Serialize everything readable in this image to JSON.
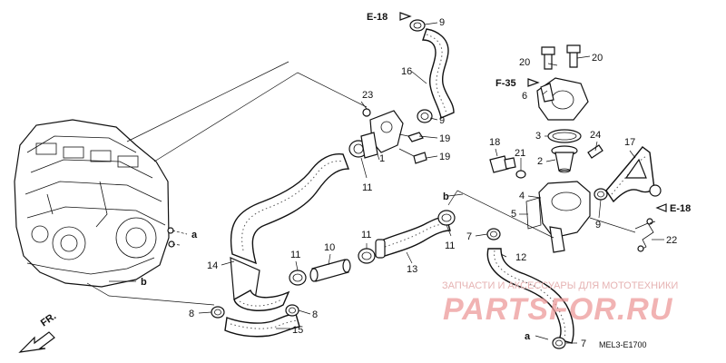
{
  "diagram": {
    "callouts": [
      {
        "id": "c1",
        "text": "1"
      },
      {
        "id": "c2",
        "text": "2"
      },
      {
        "id": "c3",
        "text": "3"
      },
      {
        "id": "c4",
        "text": "4"
      },
      {
        "id": "c5",
        "text": "5"
      },
      {
        "id": "c6",
        "text": "6"
      },
      {
        "id": "c7a",
        "text": "7"
      },
      {
        "id": "c7b",
        "text": "7"
      },
      {
        "id": "c8a",
        "text": "8"
      },
      {
        "id": "c8b",
        "text": "8"
      },
      {
        "id": "c9a",
        "text": "9"
      },
      {
        "id": "c9b",
        "text": "9"
      },
      {
        "id": "c9c",
        "text": "9"
      },
      {
        "id": "c10",
        "text": "10"
      },
      {
        "id": "c11a",
        "text": "11"
      },
      {
        "id": "c11b",
        "text": "11"
      },
      {
        "id": "c11c",
        "text": "11"
      },
      {
        "id": "c11d",
        "text": "11"
      },
      {
        "id": "c12",
        "text": "12"
      },
      {
        "id": "c13",
        "text": "13"
      },
      {
        "id": "c14",
        "text": "14"
      },
      {
        "id": "c15",
        "text": "15"
      },
      {
        "id": "c16",
        "text": "16"
      },
      {
        "id": "c17",
        "text": "17"
      },
      {
        "id": "c18",
        "text": "18"
      },
      {
        "id": "c19a",
        "text": "19"
      },
      {
        "id": "c19b",
        "text": "19"
      },
      {
        "id": "c20a",
        "text": "20"
      },
      {
        "id": "c20b",
        "text": "20"
      },
      {
        "id": "c21",
        "text": "21"
      },
      {
        "id": "c22",
        "text": "22"
      },
      {
        "id": "c23",
        "text": "23"
      },
      {
        "id": "c24",
        "text": "24"
      }
    ],
    "references": {
      "e18_top": "E-18",
      "e18_right": "E-18",
      "f35": "F-35"
    },
    "markers": {
      "a_engine": "a",
      "a_bottom": "a",
      "b_engine": "b",
      "b_mid": "b"
    },
    "front_indicator": "FR.",
    "diagram_code": "MEL3-E1700"
  },
  "watermark": {
    "caption": "ЗАПЧАСТИ И АКСЕССУАРЫ ДЛЯ МОТОТЕХНИКИ",
    "logo": "PARTSFOR.RU"
  },
  "colors": {
    "line": "#111111",
    "watermark": "#ec9a9a",
    "background": "#ffffff"
  }
}
